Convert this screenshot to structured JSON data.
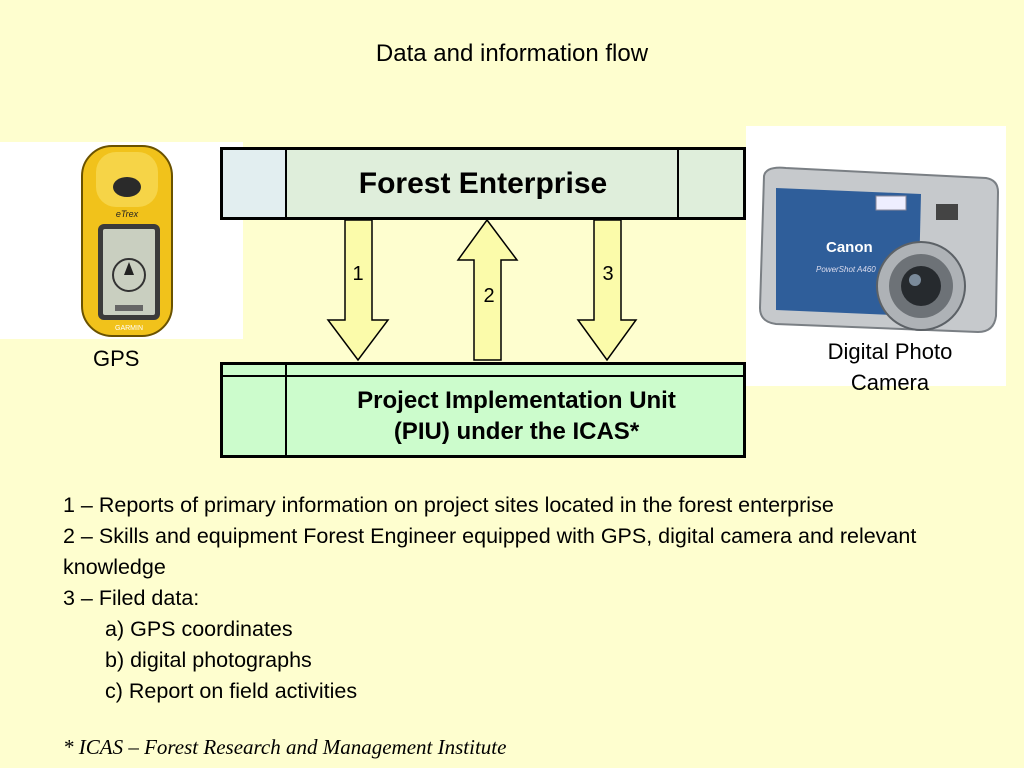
{
  "title": "Data and information flow",
  "boxes": {
    "forest_enterprise": "Forest Enterprise",
    "piu_line1": "Project Implementation Unit",
    "piu_line2": "(PIU) under the ICAS*"
  },
  "arrows": [
    {
      "label": "1",
      "direction": "down"
    },
    {
      "label": "2",
      "direction": "up"
    },
    {
      "label": "3",
      "direction": "down"
    }
  ],
  "images": {
    "gps_label": "GPS",
    "camera_label_line1": "Digital Photo",
    "camera_label_line2": "Camera",
    "gps_brand": "eTrex",
    "gps_maker": "GARMIN",
    "camera_brand": "Canon",
    "camera_model": "PowerShot A460"
  },
  "notes": [
    "1 – Reports of primary information on project sites located in the forest enterprise",
    "2 – Skills and equipment Forest Engineer equipped with GPS, digital camera and relevant knowledge",
    "3 – Filed data:",
    "a) GPS coordinates",
    "b) digital photographs",
    "c) Report on field activities"
  ],
  "footnote": "* ICAS – Forest Research and Management Institute",
  "colors": {
    "background": "#fefecf",
    "fe_box": "#dfeedb",
    "piu_box": "#ccfccc",
    "arrow_fill": "#fbfbaa"
  }
}
